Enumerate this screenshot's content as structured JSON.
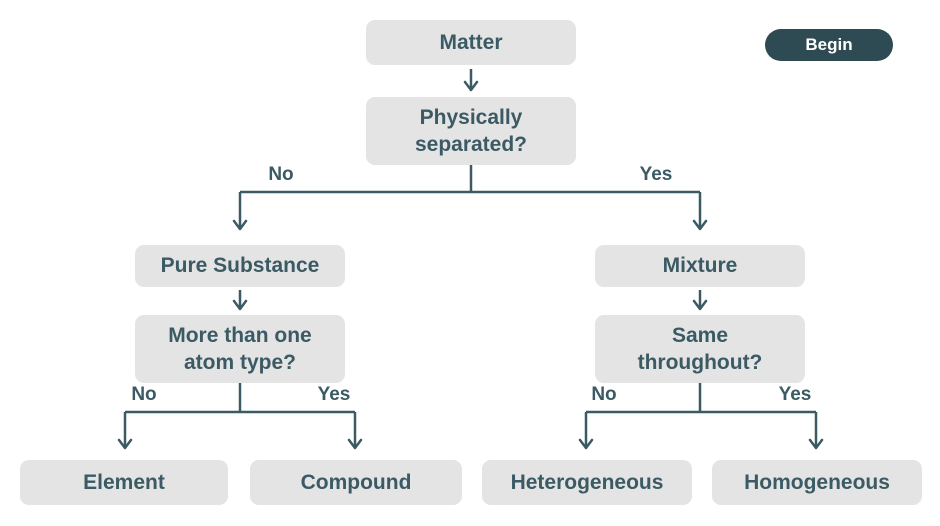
{
  "toolbar": {
    "begin_label": "Begin"
  },
  "colors": {
    "background": "#ffffff",
    "node_bg": "#e4e4e4",
    "ink": "#3b5a64",
    "button_bg": "#2e4a52",
    "button_text": "#ffffff"
  },
  "diagram": {
    "type": "decision-flowchart",
    "nodes": {
      "matter": "Matter",
      "physically_separated": "Physically separated?",
      "pure_substance": "Pure Substance",
      "more_than_one_atom_type": "More than one atom type?",
      "mixture": "Mixture",
      "same_throughout": "Same throughout?",
      "element": "Element",
      "compound": "Compound",
      "heterogeneous": "Heterogeneous",
      "homogeneous": "Homogeneous"
    },
    "branch_labels": {
      "physically_separated_no": "No",
      "physically_separated_yes": "Yes",
      "atom_type_no": "No",
      "atom_type_yes": "Yes",
      "same_throughout_no": "No",
      "same_throughout_yes": "Yes"
    },
    "edges": [
      {
        "from": "matter",
        "to": "physically_separated",
        "label": ""
      },
      {
        "from": "physically_separated",
        "to": "pure_substance",
        "label": "No"
      },
      {
        "from": "physically_separated",
        "to": "mixture",
        "label": "Yes"
      },
      {
        "from": "pure_substance",
        "to": "more_than_one_atom_type",
        "label": ""
      },
      {
        "from": "more_than_one_atom_type",
        "to": "element",
        "label": "No"
      },
      {
        "from": "more_than_one_atom_type",
        "to": "compound",
        "label": "Yes"
      },
      {
        "from": "mixture",
        "to": "same_throughout",
        "label": ""
      },
      {
        "from": "same_throughout",
        "to": "heterogeneous",
        "label": "No"
      },
      {
        "from": "same_throughout",
        "to": "homogeneous",
        "label": "Yes"
      }
    ]
  }
}
